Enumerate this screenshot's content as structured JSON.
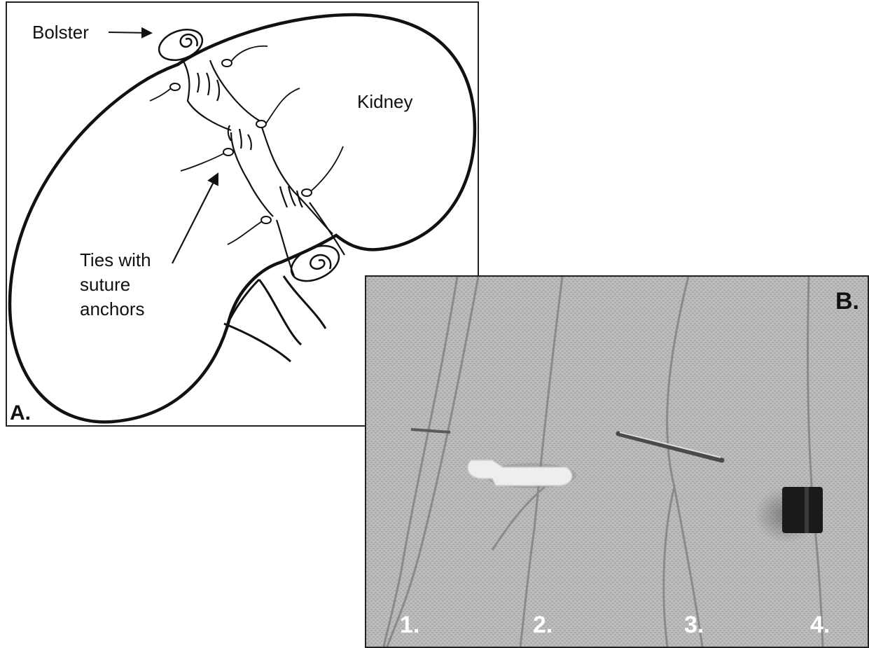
{
  "panel_a": {
    "label": "A.",
    "bolster_label": "Bolster",
    "kidney_label": "Kidney",
    "ties_label_lines": [
      "Ties with",
      "suture",
      "anchors"
    ]
  },
  "panel_b": {
    "label": "B.",
    "numbers": [
      "1.",
      "2.",
      "3.",
      "4."
    ]
  },
  "colors": {
    "line": "#111111",
    "fabric": "#b9b9b9",
    "anchor_plastic": "#eeeeec",
    "clip": "#1a1a1a"
  }
}
